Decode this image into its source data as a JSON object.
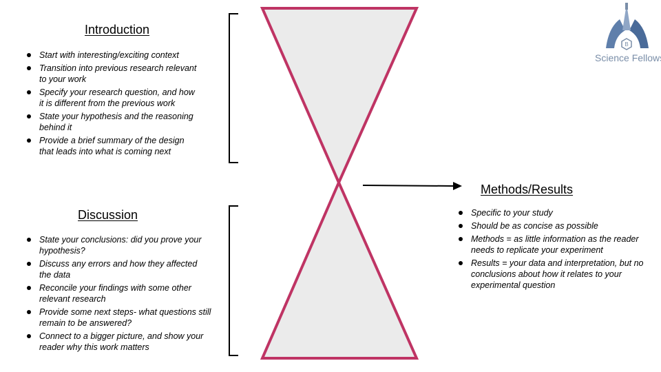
{
  "colors": {
    "hourglass_stroke": "#bf3464",
    "hourglass_fill": "#ebebeb",
    "logo_blue": "#5f7fab"
  },
  "intro": {
    "title": "Introduction",
    "bullets": [
      "Start with interesting/exciting context",
      "Transition into previous research relevant to your work",
      "Specify your research question, and how it is different from the previous work",
      "State your hypothesis and the reasoning behind it",
      "Provide a brief summary of the design that leads into what is coming next"
    ]
  },
  "discussion": {
    "title": "Discussion",
    "bullets": [
      "State your conclusions: did you prove your hypothesis?",
      "Discuss any errors and how they affected the data",
      "Reconcile your findings with some other relevant research",
      "Provide some next steps- what questions still remain to be answered?",
      "Connect to a bigger picture, and show your reader why this work matters"
    ]
  },
  "methods": {
    "title": "Methods/Results",
    "bullets": [
      "Specific to your study",
      "Should be as concise as possible",
      "Methods = as little information as the reader needs to replicate your experiment",
      "Results = your data and interpretation, but no conclusions about how it relates to your experimental question"
    ]
  },
  "logo": {
    "text": "Science Fellows",
    "letter": "B",
    "icon": "hands-flask-icon"
  }
}
